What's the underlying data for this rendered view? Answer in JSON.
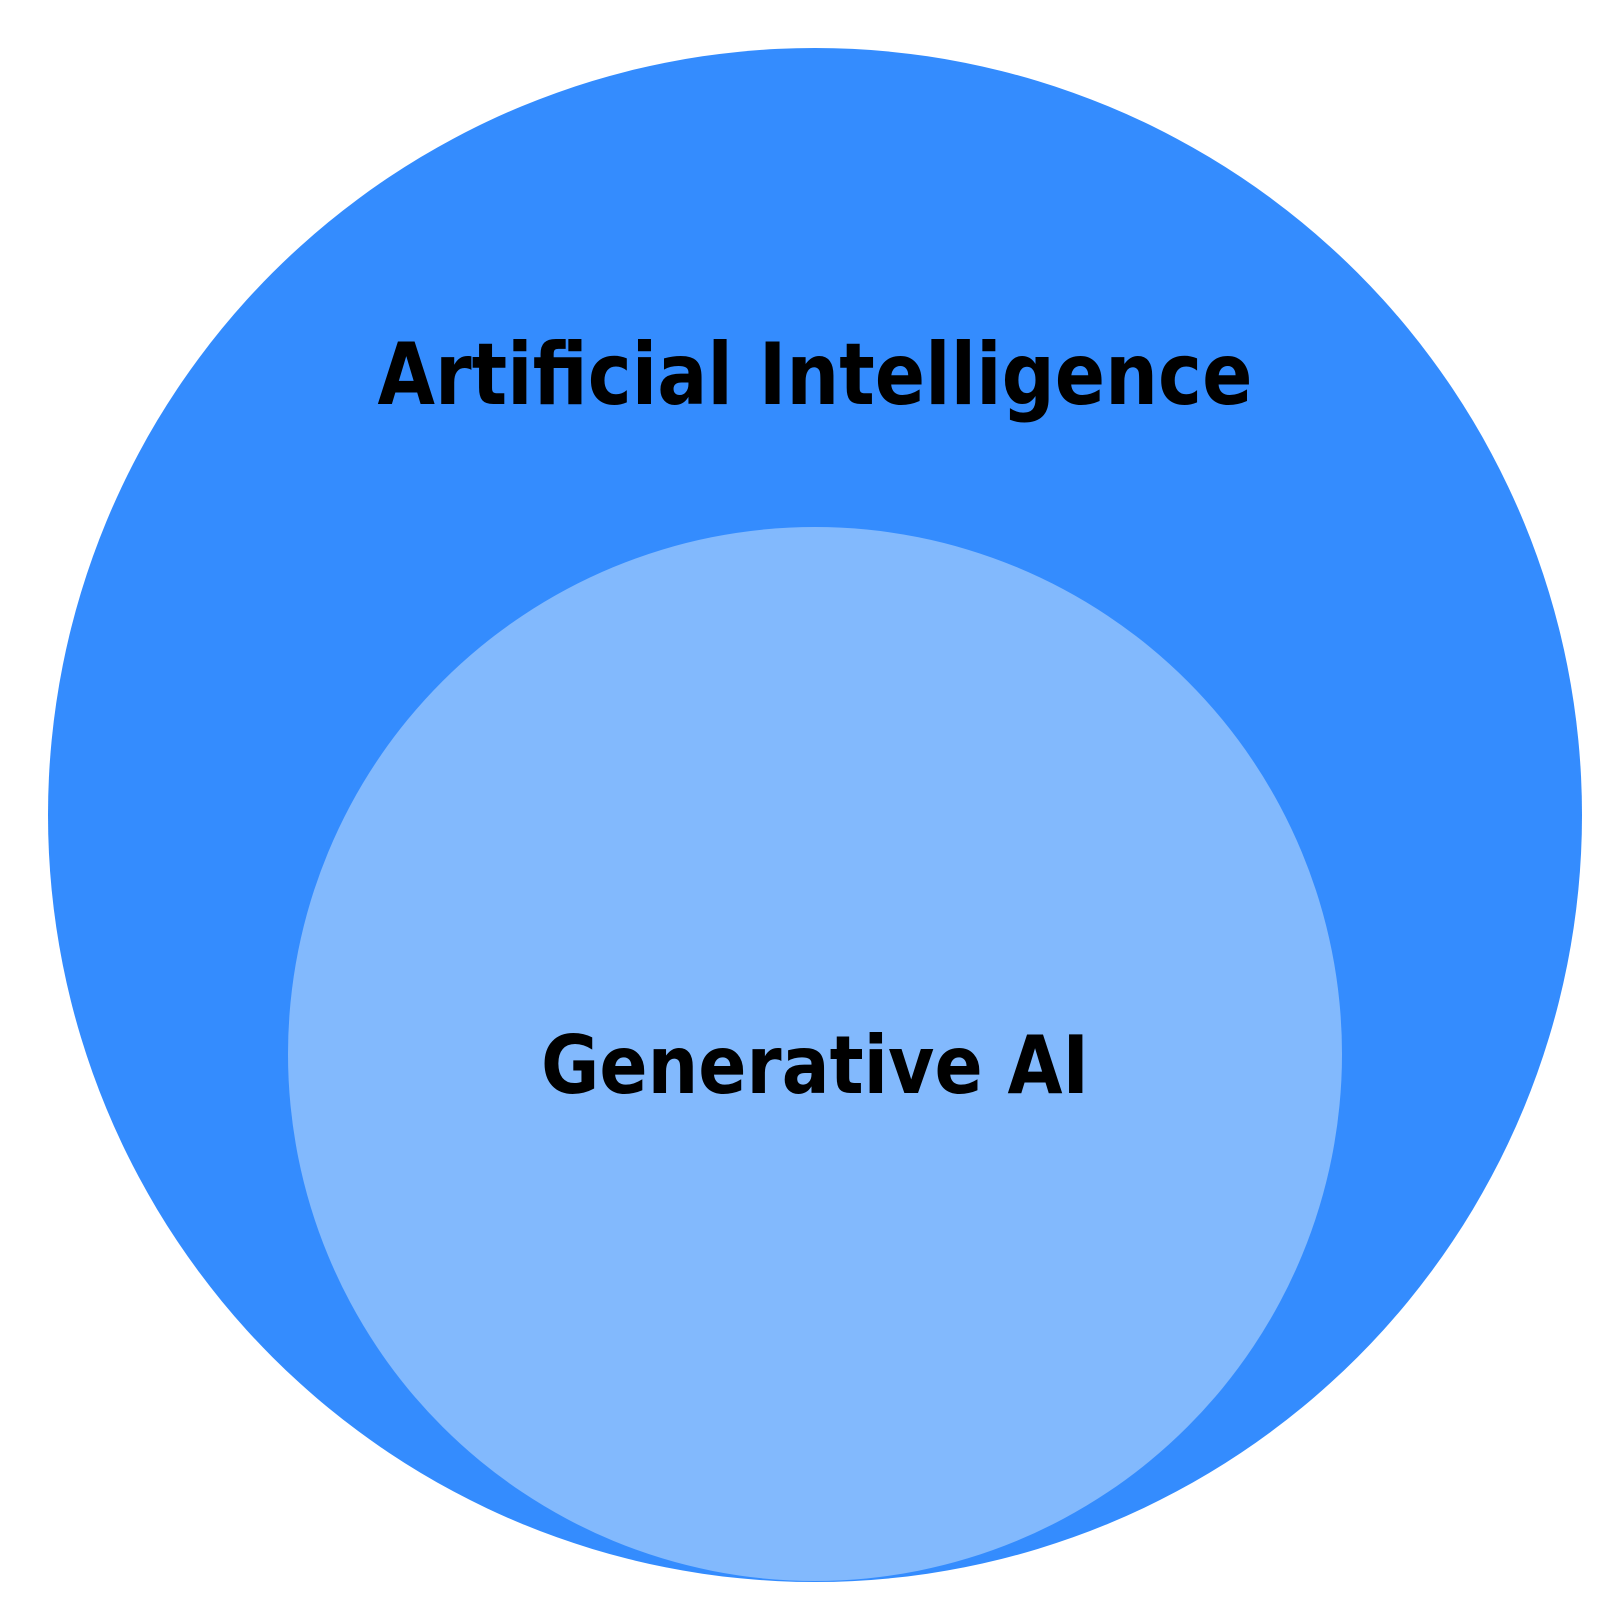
{
  "diagram": {
    "type": "nested-sets",
    "outer": {
      "label": "Artificial Intelligence",
      "color": "#348cfe"
    },
    "inner": {
      "label": "Generative AI",
      "color": "#82b9fd"
    },
    "background": "#ffffff",
    "text_color": "#000000"
  }
}
